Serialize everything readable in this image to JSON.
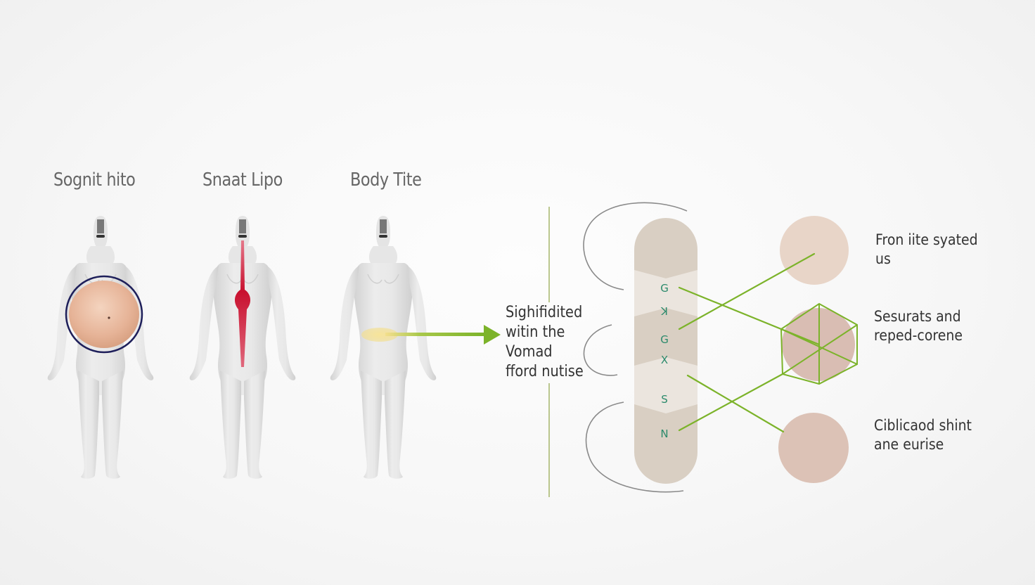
{
  "figures": [
    {
      "title": "Sognit hito",
      "highlight": "abdomen-circle",
      "highlight_color": "#e6b89c",
      "ring_color": "#1e1f5a"
    },
    {
      "title": "Snaat Lipo",
      "highlight": "spine-line",
      "highlight_color": "#c8102e"
    },
    {
      "title": "Body Tite",
      "highlight": "abdomen-glow",
      "highlight_color": "#f3de8a"
    }
  ],
  "center_label": {
    "lines": [
      "Sighifidited",
      "witin the",
      "Vomad",
      "fford nutise"
    ]
  },
  "band_column": {
    "letters": [
      "G",
      "K",
      "G",
      "X",
      "S",
      "N"
    ],
    "fill_color": "#d9cfc3",
    "light_band_color": "#ebe5de",
    "letter_color": "#2b8a6b"
  },
  "nodes": [
    {
      "label_lines": [
        "Fron iite syated",
        "us"
      ],
      "color": "#e8d5c8"
    },
    {
      "label_lines": [
        "Sesurats and",
        "reped-corene"
      ],
      "color": "#d9bdb3"
    },
    {
      "label_lines": [
        "Ciblicaod shint",
        "ane eurise"
      ],
      "color": "#dcc2b6"
    }
  ],
  "colors": {
    "accent_green": "#7cb32a",
    "outline_gray": "#8a8a8a",
    "body_gray": "#dcdcdc",
    "title_gray": "#666666"
  }
}
